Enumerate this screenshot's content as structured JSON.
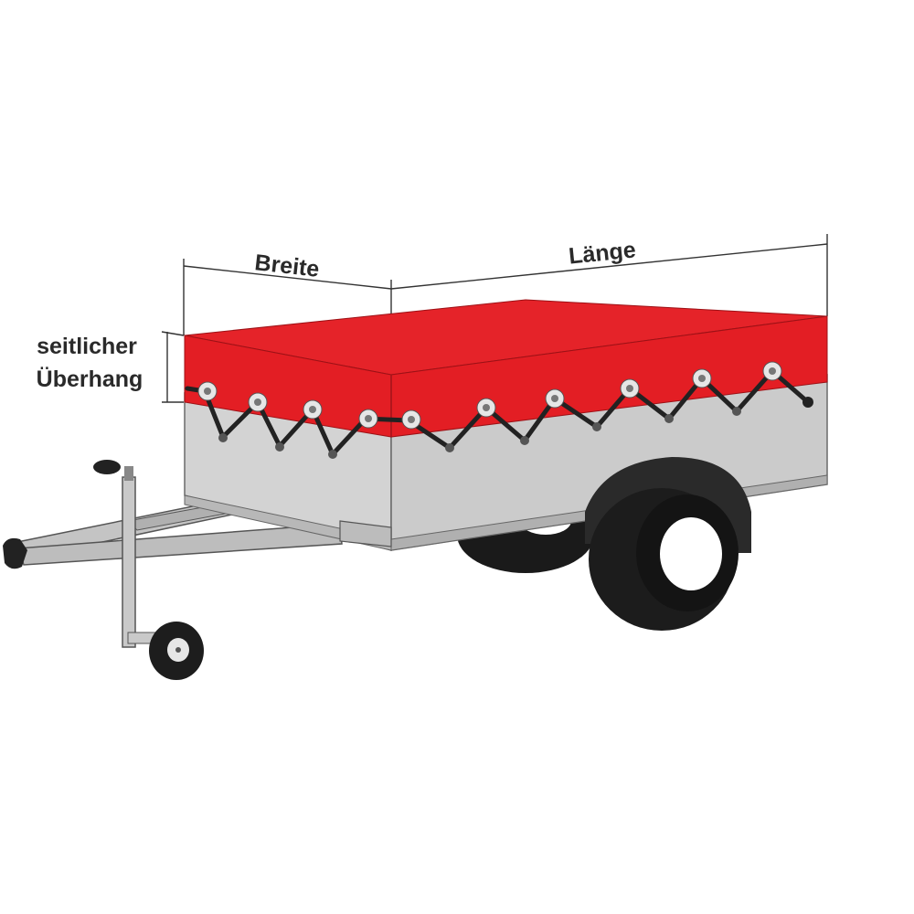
{
  "labels": {
    "width": "Breite",
    "length": "Länge",
    "overhang_line1": "seitlicher",
    "overhang_line2": "Überhang"
  },
  "colors": {
    "cover": "#e31e24",
    "cover_top": "#e52329",
    "body_front": "#d2d2d2",
    "body_side": "#c8c8c8",
    "frame": "#b9b9b9",
    "tire": "#1a1a1a",
    "rim": "#ffffff",
    "rope": "#222222",
    "eyelet": "#e6e6e6",
    "dimension_line": "#333333"
  },
  "icons": {
    "trailer": "car-trailer-with-flat-cover",
    "cover": "flat-tarp-cover",
    "wheel": "trailer-wheel",
    "jockey_wheel": "jockey-wheel",
    "coupling": "tow-hitch-coupling"
  }
}
